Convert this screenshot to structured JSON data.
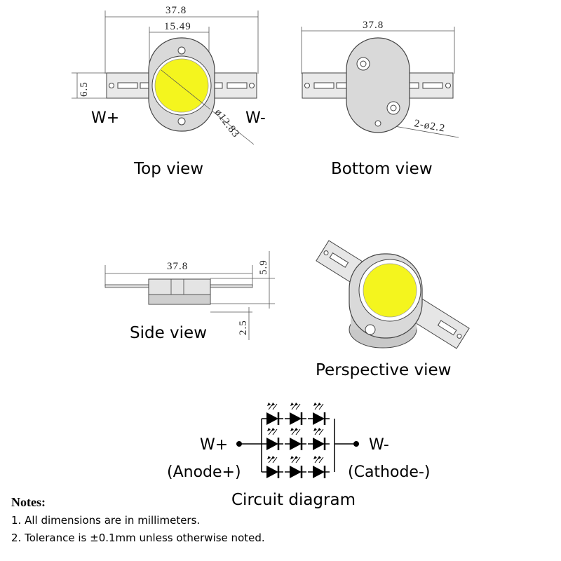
{
  "top_view": {
    "caption": "Top view",
    "dim_total_width": "37.8",
    "dim_module_width": "15.49",
    "dim_height": "6.5",
    "dim_diameter": "ø12.83",
    "label_anode": "W+",
    "label_cathode": "W-"
  },
  "bottom_view": {
    "caption": "Bottom view",
    "dim_total_width": "37.8",
    "dim_holes": "2-ø2.2"
  },
  "side_view": {
    "caption": "Side view",
    "dim_total_width": "37.8",
    "dim_height_top": "5.9",
    "dim_height_bottom": "2.5"
  },
  "perspective_view": {
    "caption": "Perspective view"
  },
  "circuit": {
    "caption": "Circuit diagram",
    "anode_label": "W+",
    "anode_sub": "(Anode+)",
    "cathode_label": "W-",
    "cathode_sub": "(Cathode-)"
  },
  "notes": {
    "title": "Notes:",
    "items": [
      "1. All dimensions are in millimeters.",
      "2. Tolerance is  ±0.1mm unless otherwise noted."
    ]
  },
  "colors": {
    "led_yellow": "#f4f51e",
    "body_gray": "#d9d9d9",
    "line": "#333333"
  }
}
